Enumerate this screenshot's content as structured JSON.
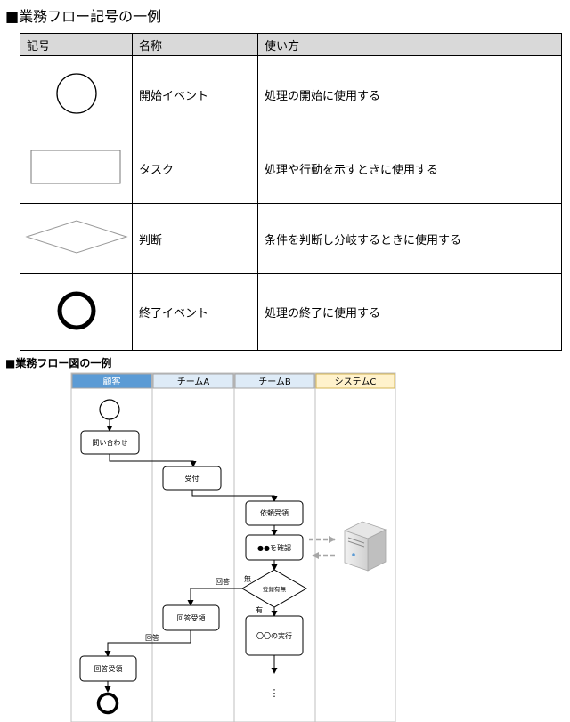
{
  "section1": {
    "title": "■業務フロー記号の一例"
  },
  "table": {
    "headers": [
      "記号",
      "名称",
      "使い方"
    ],
    "rows": [
      {
        "symbol": "circle-icon",
        "name": "開始イベント",
        "usage": "処理の開始に使用する"
      },
      {
        "symbol": "rectangle-icon",
        "name": "タスク",
        "usage": "処理や行動を示すときに使用する"
      },
      {
        "symbol": "diamond-icon",
        "name": "判断",
        "usage": "条件を判断し分岐するときに使用する"
      },
      {
        "symbol": "thick-circle-icon",
        "name": "終了イベント",
        "usage": "処理の終了に使用する"
      }
    ]
  },
  "section2": {
    "title": "■業務フロー図の一例"
  },
  "flow": {
    "lanes": [
      {
        "label": "顧客",
        "color": "#5b9bd5",
        "text_color": "#ffffff"
      },
      {
        "label": "チームA",
        "color": "#deebf7",
        "text_color": "#000000"
      },
      {
        "label": "チームB",
        "color": "#deebf7",
        "text_color": "#000000"
      },
      {
        "label": "システムC",
        "color": "#fff2cc",
        "text_color": "#000000"
      }
    ],
    "nodes": {
      "inquiry": "問い合わせ",
      "accept": "受付",
      "request": "依頼受領",
      "confirm": "●●を確認",
      "decision": "登録有無",
      "answer_a": "回答受領",
      "execute": "〇〇の実行",
      "answer_cust": "回答受領"
    },
    "edge_labels": {
      "none": "無",
      "answer1": "回答",
      "exists": "有",
      "answer2": "回答",
      "continuation": "⋮"
    }
  }
}
